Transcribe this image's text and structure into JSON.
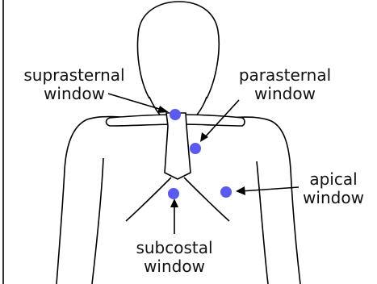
{
  "labels": {
    "suprasternal": {
      "line1": "suprasternal",
      "line2": "window"
    },
    "parasternal": {
      "line1": "parasternal",
      "line2": "window"
    },
    "apical": {
      "line1": "apical",
      "line2": "window"
    },
    "subcostal": {
      "line1": "subcostal",
      "line2": "window"
    }
  },
  "colors": {
    "outline": "#000000",
    "dot": "#5a5af0",
    "background": "#ffffff"
  }
}
